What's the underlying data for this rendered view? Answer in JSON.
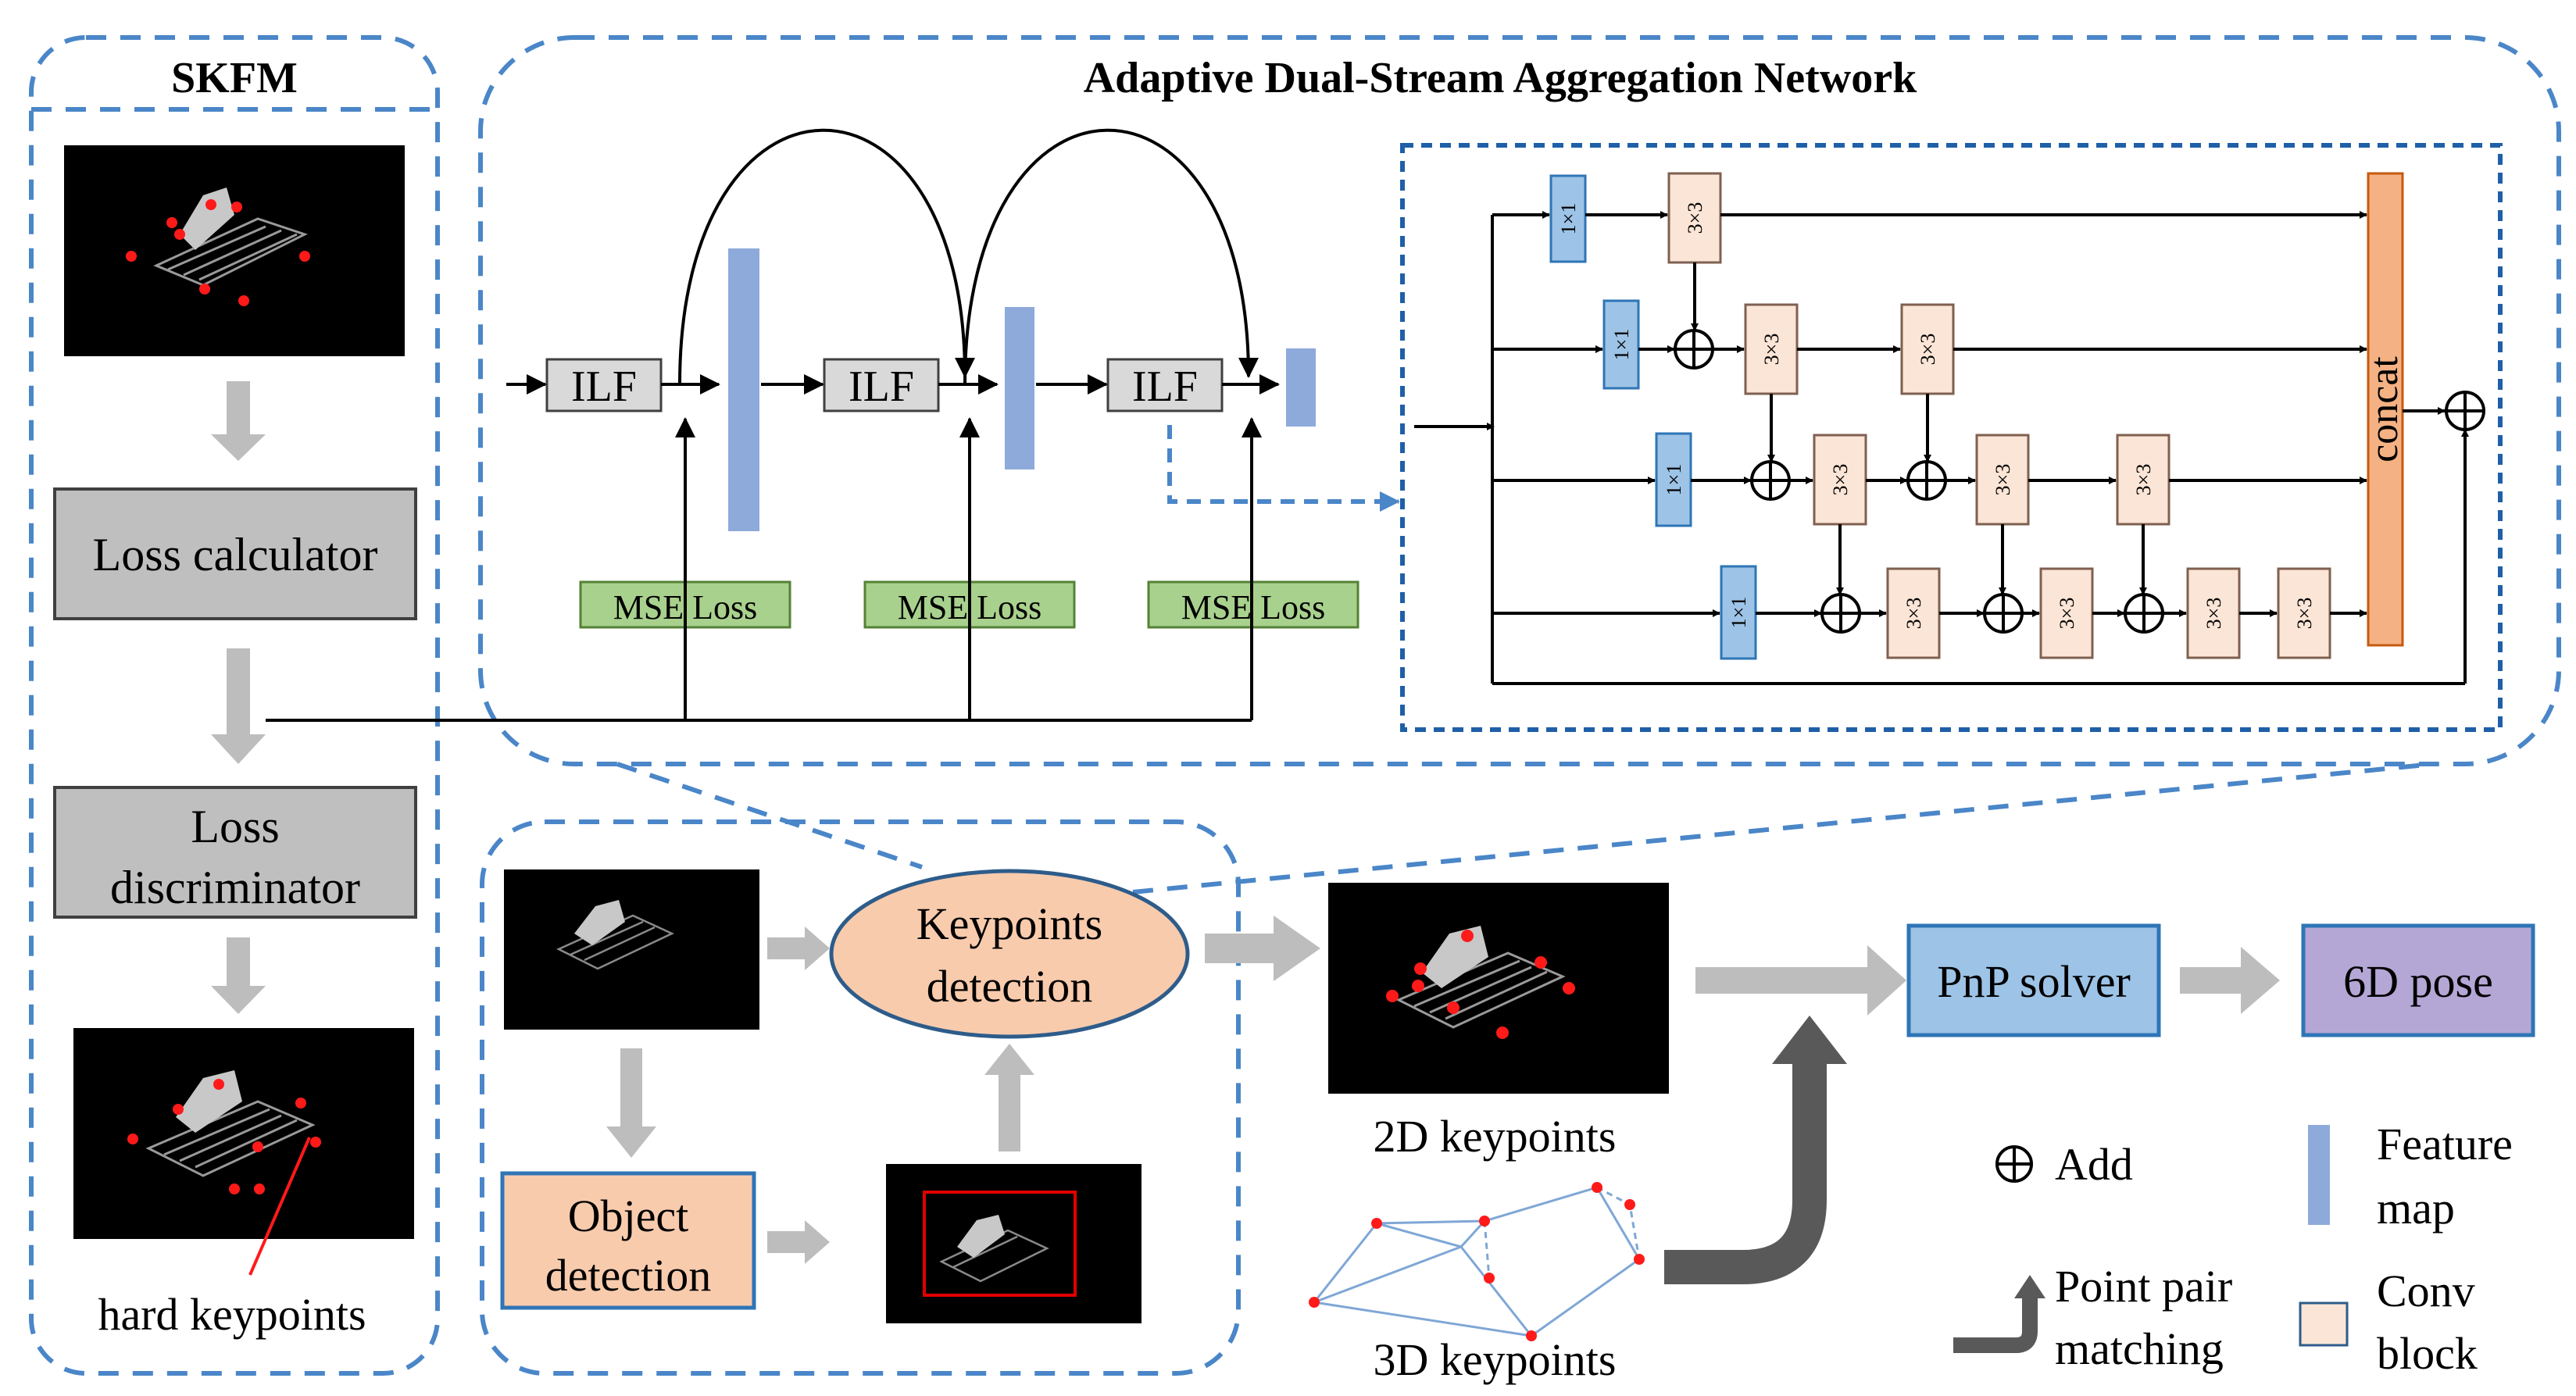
{
  "skfm": {
    "title": "SKFM",
    "loss_calculator": "Loss calculator",
    "loss_discriminator_line1": "Loss",
    "loss_discriminator_line2": "discriminator",
    "hard_keypoints": "hard keypoints"
  },
  "network": {
    "title": "Adaptive Dual-Stream Aggregation Network",
    "ilf_label": "ILF",
    "mse_label": "MSE Loss",
    "block_1x1": "1×1",
    "block_3x3": "3×3",
    "concat": "concat"
  },
  "pipeline": {
    "keypoints_detection_line1": "Keypoints",
    "keypoints_detection_line2": "detection",
    "object_detection_line1": "Object",
    "object_detection_line2": "detection",
    "keypoints_2d": "2D keypoints",
    "keypoints_3d": "3D keypoints",
    "pnp_solver": "PnP solver",
    "pose_6d": "6D pose"
  },
  "legend": {
    "add": "Add",
    "feature_map_line1": "Feature",
    "feature_map_line2": "map",
    "point_pair_line1": "Point pair",
    "point_pair_line2": "matching",
    "conv_block_line1": "Conv",
    "conv_block_line2": "block"
  },
  "colors": {
    "feature_map": "#8eaadb",
    "conv_block": "#fbe5d6",
    "block_1x1": "#9dc3e6",
    "concat": "#f4b183",
    "mse": "#a9d18e",
    "ilf": "#d9d9d9",
    "gray_box": "#bfbfbf",
    "pnp": "#9dc3e6",
    "pose": "#b4a7d6",
    "object_detection": "#f8cbad",
    "keypoints_ellipse": "#f8cbad"
  }
}
